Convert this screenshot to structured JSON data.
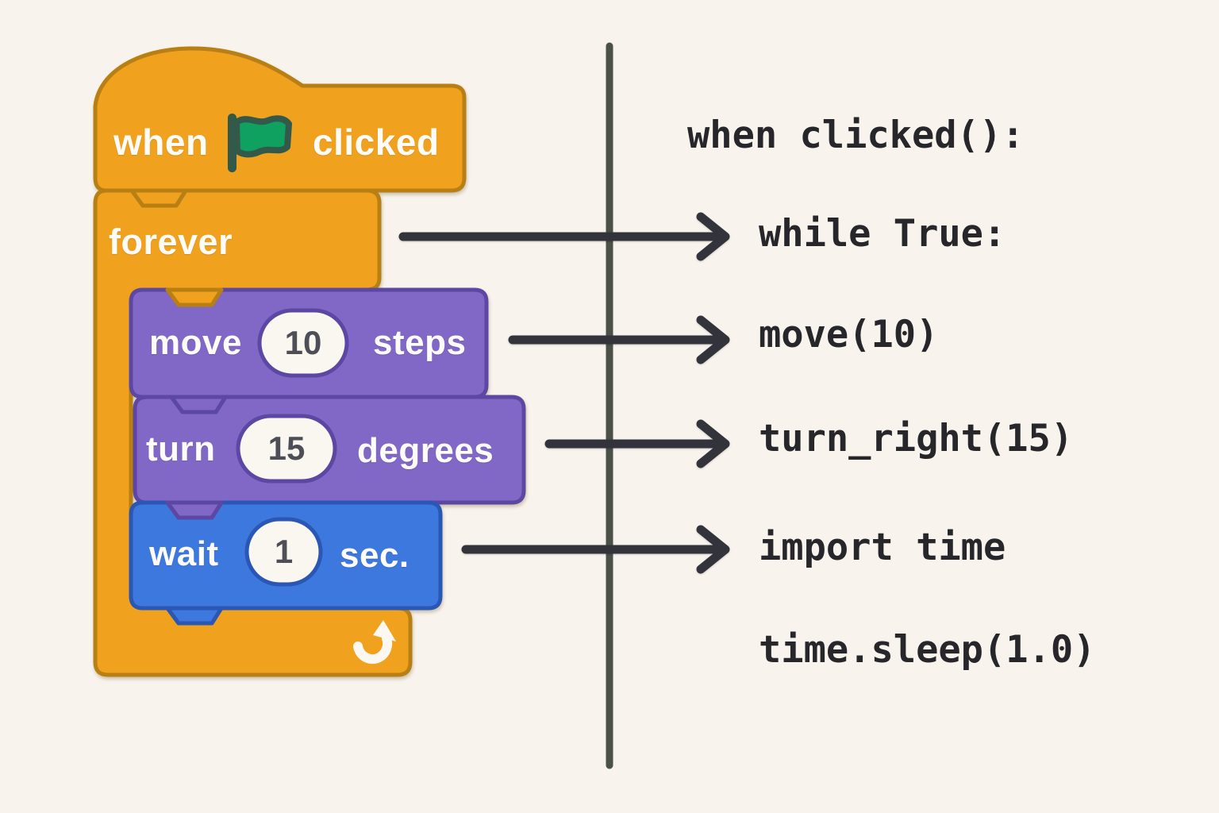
{
  "background_color": "#F8F4ED",
  "scratch_panel": {
    "hat_block": {
      "text_before_flag": "when",
      "text_after_flag": "clicked",
      "flag_icon": "green-flag-icon",
      "fill": "#F0A11D",
      "border": "#B87F15",
      "flag_fill": "#0FA15F",
      "flag_outline": "#33594A"
    },
    "forever_block": {
      "label": "forever",
      "loop_icon": "loop-arrow-icon",
      "fill": "#F0A11D",
      "border": "#B87F15"
    },
    "move_block": {
      "text_before_value": "move",
      "value": "10",
      "text_after_value": "steps",
      "fill": "#8168C6",
      "border": "#5C47A3"
    },
    "turn_block": {
      "text_before_value": "turn",
      "value": "15",
      "text_after_value": "degrees",
      "fill": "#8168C6",
      "border": "#5C47A3"
    },
    "wait_block": {
      "text_before_value": "wait",
      "value": "1",
      "text_after_value": "sec.",
      "fill": "#3D78DE",
      "border": "#2A56B4"
    },
    "bubble_fill": "#FAF7F1"
  },
  "code_panel": {
    "font_color": "#26262B",
    "lines": [
      {
        "text": "when clicked():"
      },
      {
        "text": "while True:"
      },
      {
        "text": "move(10)"
      },
      {
        "text": "turn_right(15)"
      },
      {
        "text": "import time"
      },
      {
        "text": "time.sleep(1.0)"
      }
    ]
  },
  "divider_color": "#4B5149",
  "arrow_color": "#33333B",
  "mappings": [
    {
      "from": "forever-c-block",
      "to_line": "while True:"
    },
    {
      "from": "move-steps-block",
      "to_line": "move(10)"
    },
    {
      "from": "turn-degrees-block",
      "to_line": "turn_right(15)"
    },
    {
      "from": "wait-seconds-block",
      "to_line": "import time"
    }
  ]
}
